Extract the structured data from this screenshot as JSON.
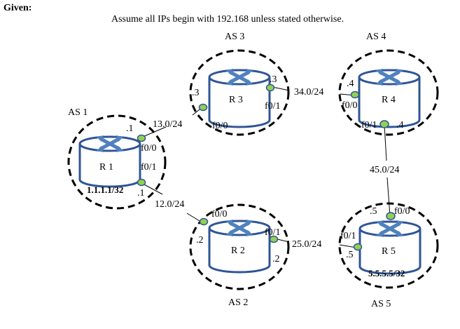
{
  "heading": "Given:",
  "note": "Assume all IPs begin with 192.168 unless stated otherwise.",
  "colors": {
    "router_body": "#2f5597",
    "router_icon": "#4f81bd",
    "port_fill": "#92d050",
    "port_stroke": "#2f5597"
  },
  "as_labels": {
    "as1": "AS 1",
    "as2": "AS 2",
    "as3": "AS 3",
    "as4": "AS 4",
    "as5": "AS 5"
  },
  "routers": {
    "r1": {
      "name": "R 1",
      "loopback": "1.1.1.1/32"
    },
    "r2": {
      "name": "R 2"
    },
    "r3": {
      "name": "R 3"
    },
    "r4": {
      "name": "R 4"
    },
    "r5": {
      "name": "R 5",
      "loopback": "5.5.5.5/32"
    }
  },
  "links": {
    "r1_r3": {
      "subnet": "13.0/24",
      "r1_host": ".1",
      "r1_if": "f0/0",
      "r3_host": ".3",
      "r3_if": "f0/0"
    },
    "r1_r2": {
      "subnet": "12.0/24",
      "r1_host": ".1",
      "r1_if": "f0/1",
      "r2_host": ".2",
      "r2_if": "f0/0"
    },
    "r3_r4": {
      "subnet": "34.0/24",
      "r3_host": ".3",
      "r3_if": "f0/1",
      "r4_host": ".4",
      "r4_if": "f0/0"
    },
    "r2_r5": {
      "subnet": "25.0/24",
      "r2_host": ".2",
      "r2_if": "f0/1",
      "r5_host": ".5",
      "r5_if": "f0/1"
    },
    "r4_r5": {
      "subnet": "45.0/24",
      "r4_host": ".4",
      "r4_if": "f0/1",
      "r5_host": ".5",
      "r5_if": "f0/0"
    }
  }
}
